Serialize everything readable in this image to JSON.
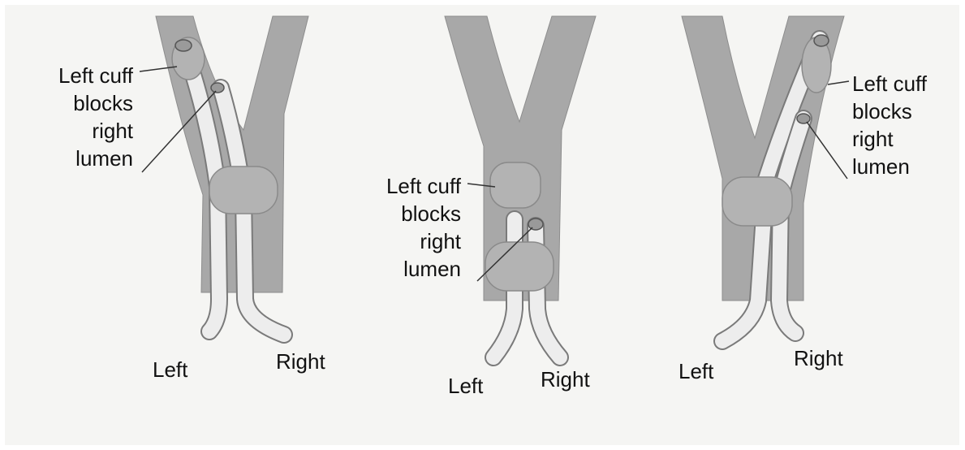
{
  "colors": {
    "bronchus": "#a8a8a8",
    "bronchus_light": "#c2c2c2",
    "cuff": "#b3b3b3",
    "cuff_edge": "#8a8a8a",
    "tube": "#ededed",
    "tube_edge": "#7a7a7a",
    "ink": "#111111"
  },
  "panels": [
    {
      "callout": {
        "line1": "Left cuff",
        "line2": "blocks",
        "line3": "right",
        "line4": "lumen"
      },
      "left_label": "Left",
      "right_label": "Right"
    },
    {
      "callout": {
        "line1": "Left cuff",
        "line2": "blocks",
        "line3": "right",
        "line4": "lumen"
      },
      "left_label": "Left",
      "right_label": "Right"
    },
    {
      "callout": {
        "line1": "Left cuff",
        "line2": "blocks",
        "line3": "right",
        "line4": "lumen"
      },
      "left_label": "Left",
      "right_label": "Right"
    }
  ]
}
